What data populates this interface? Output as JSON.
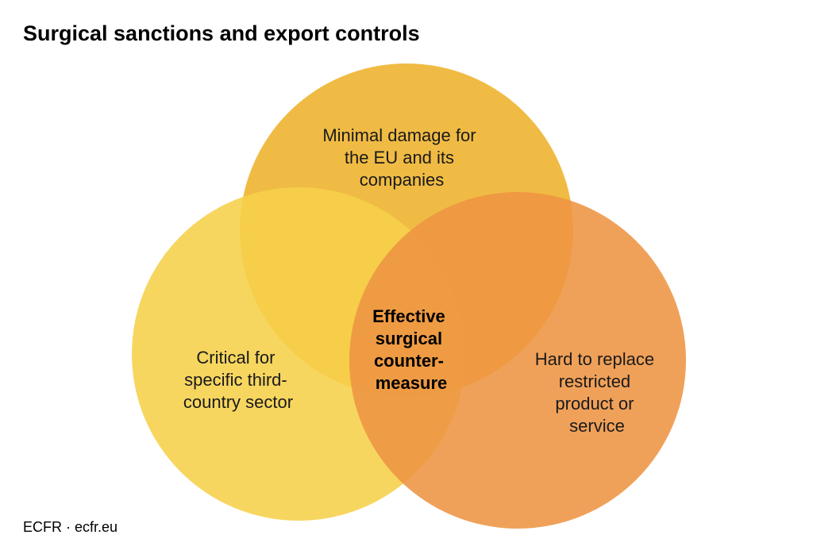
{
  "title": "Surgical sanctions and export controls",
  "circles": [
    {
      "id": "top",
      "lines": [
        "Minimal damage for",
        "the EU and its",
        "companies"
      ],
      "color": "#EFB534"
    },
    {
      "id": "left",
      "lines": [
        "Critical for",
        "specific third-",
        "country sector"
      ],
      "color": "#F6D04A"
    },
    {
      "id": "right",
      "lines": [
        "Hard to replace",
        "restricted",
        "product or",
        "service"
      ],
      "color": "#EE9442"
    }
  ],
  "center": {
    "lines": [
      "Effective",
      "surgical",
      "counter-",
      "measure"
    ]
  },
  "source": "ECFR · ecfr.eu"
}
